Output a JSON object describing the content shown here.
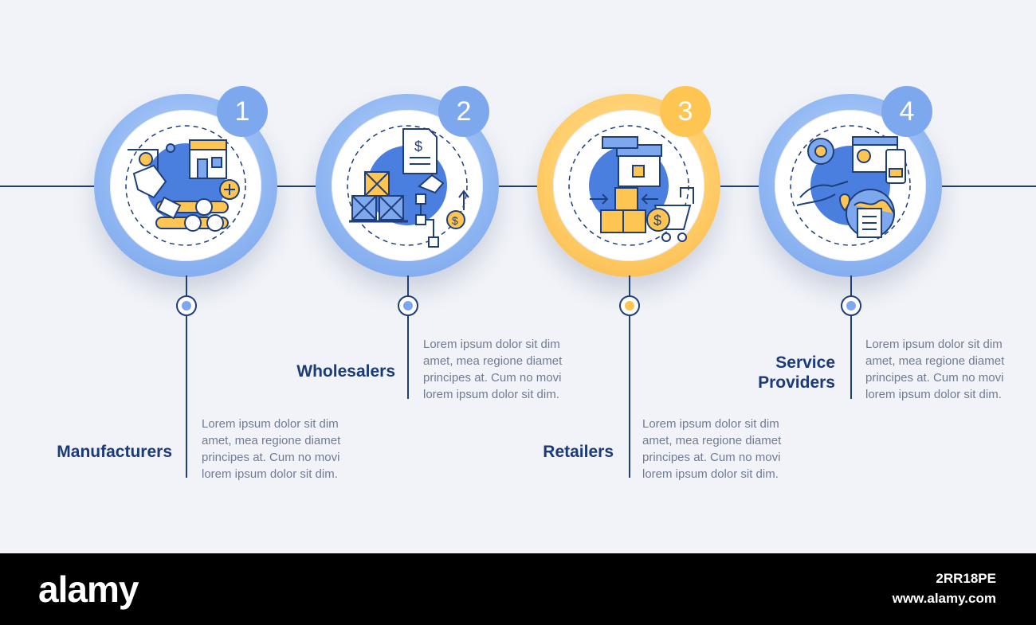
{
  "steps": [
    {
      "number": "1",
      "title": "Manufacturers",
      "desc": "Lorem ipsum dolor sit dim amet, mea regione diamet principes at. Cum no movi lorem ipsum dolor sit dim.",
      "accent": "#7ea8ee",
      "icon": "manufacturing-icon"
    },
    {
      "number": "2",
      "title": "Wholesalers",
      "desc": "Lorem ipsum dolor sit dim amet, mea regione diamet principes at. Cum no movi lorem ipsum dolor sit dim.",
      "accent": "#7ea8ee",
      "icon": "wholesale-icon"
    },
    {
      "number": "3",
      "title": "Retailers",
      "desc": "Lorem ipsum dolor sit dim amet, mea regione diamet principes at. Cum no movi lorem ipsum dolor sit dim.",
      "accent": "#ffc552",
      "icon": "retail-icon"
    },
    {
      "number": "4",
      "title": "Service Providers",
      "desc": "Lorem ipsum dolor sit dim amet, mea regione diamet principes at. Cum no movi lorem ipsum dolor sit dim.",
      "accent": "#7ea8ee",
      "icon": "service-provider-icon"
    }
  ],
  "footer": {
    "logo": "alamy",
    "image_id": "2RR18PE",
    "site": "www.alamy.com"
  },
  "colors": {
    "navy": "#1a3a78",
    "blue": "#7ea8ee",
    "orange": "#ffc552",
    "background": "#f1f3f8"
  }
}
